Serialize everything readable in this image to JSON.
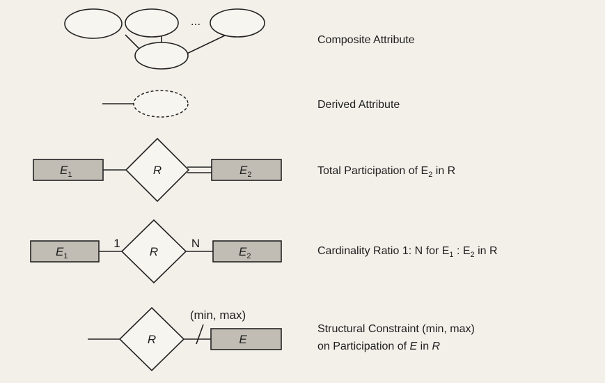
{
  "rows": [
    {
      "legend": [
        "Composite Attribute"
      ],
      "ellipsis": "..."
    },
    {
      "legend": [
        "Derived Attribute"
      ]
    },
    {
      "legend": [
        "Total Participation of E",
        "2",
        " in R"
      ],
      "entity1": {
        "name": "E",
        "sub": "1"
      },
      "relationship": "R",
      "entity2": {
        "name": "E",
        "sub": "2"
      }
    },
    {
      "legend": [
        "Cardinality Ratio 1: N for E",
        "1",
        " : E",
        "2",
        " in R"
      ],
      "entity1": {
        "name": "E",
        "sub": "1"
      },
      "relationship": "R",
      "entity2": {
        "name": "E",
        "sub": "2"
      },
      "card1": "1",
      "card2": "N"
    },
    {
      "legend": [
        "Structural Constraint (min, max)",
        "on Participation of E in R"
      ],
      "relationship": "R",
      "entity": "E",
      "constraint": "(min, max)"
    }
  ]
}
